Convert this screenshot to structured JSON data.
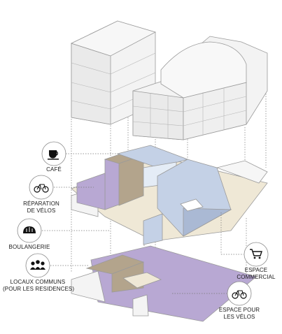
{
  "legend": {
    "cafe": "CAFÉ",
    "bike_repair_line1": "RÉPARATION",
    "bike_repair_line2": "DE VÉLOS",
    "bakery": "BOULANGERIE",
    "common_line1": "LOCAUX COMMUNS",
    "common_line2": "(POUR LES RESIDENCES)",
    "commercial_line1": "ESPACE",
    "commercial_line2": "COMMERCIAL",
    "bike_space_line1": "ESPACE POUR",
    "bike_space_line2": "LES VÉLOS"
  },
  "icons": {
    "cafe": "coffee-cup-icon",
    "bike_repair": "bicycle-icon",
    "bakery": "bread-icon",
    "common": "people-group-icon",
    "commercial": "shopping-cart-icon",
    "bike_space": "bicycle-icon"
  },
  "colors": {
    "purple": "#b8a8d3",
    "tan": "#b3a48c",
    "blue": "#c4d1e6",
    "sand": "#efe8d6",
    "building": "#f2f2f2",
    "outline": "#9a9a9a"
  }
}
